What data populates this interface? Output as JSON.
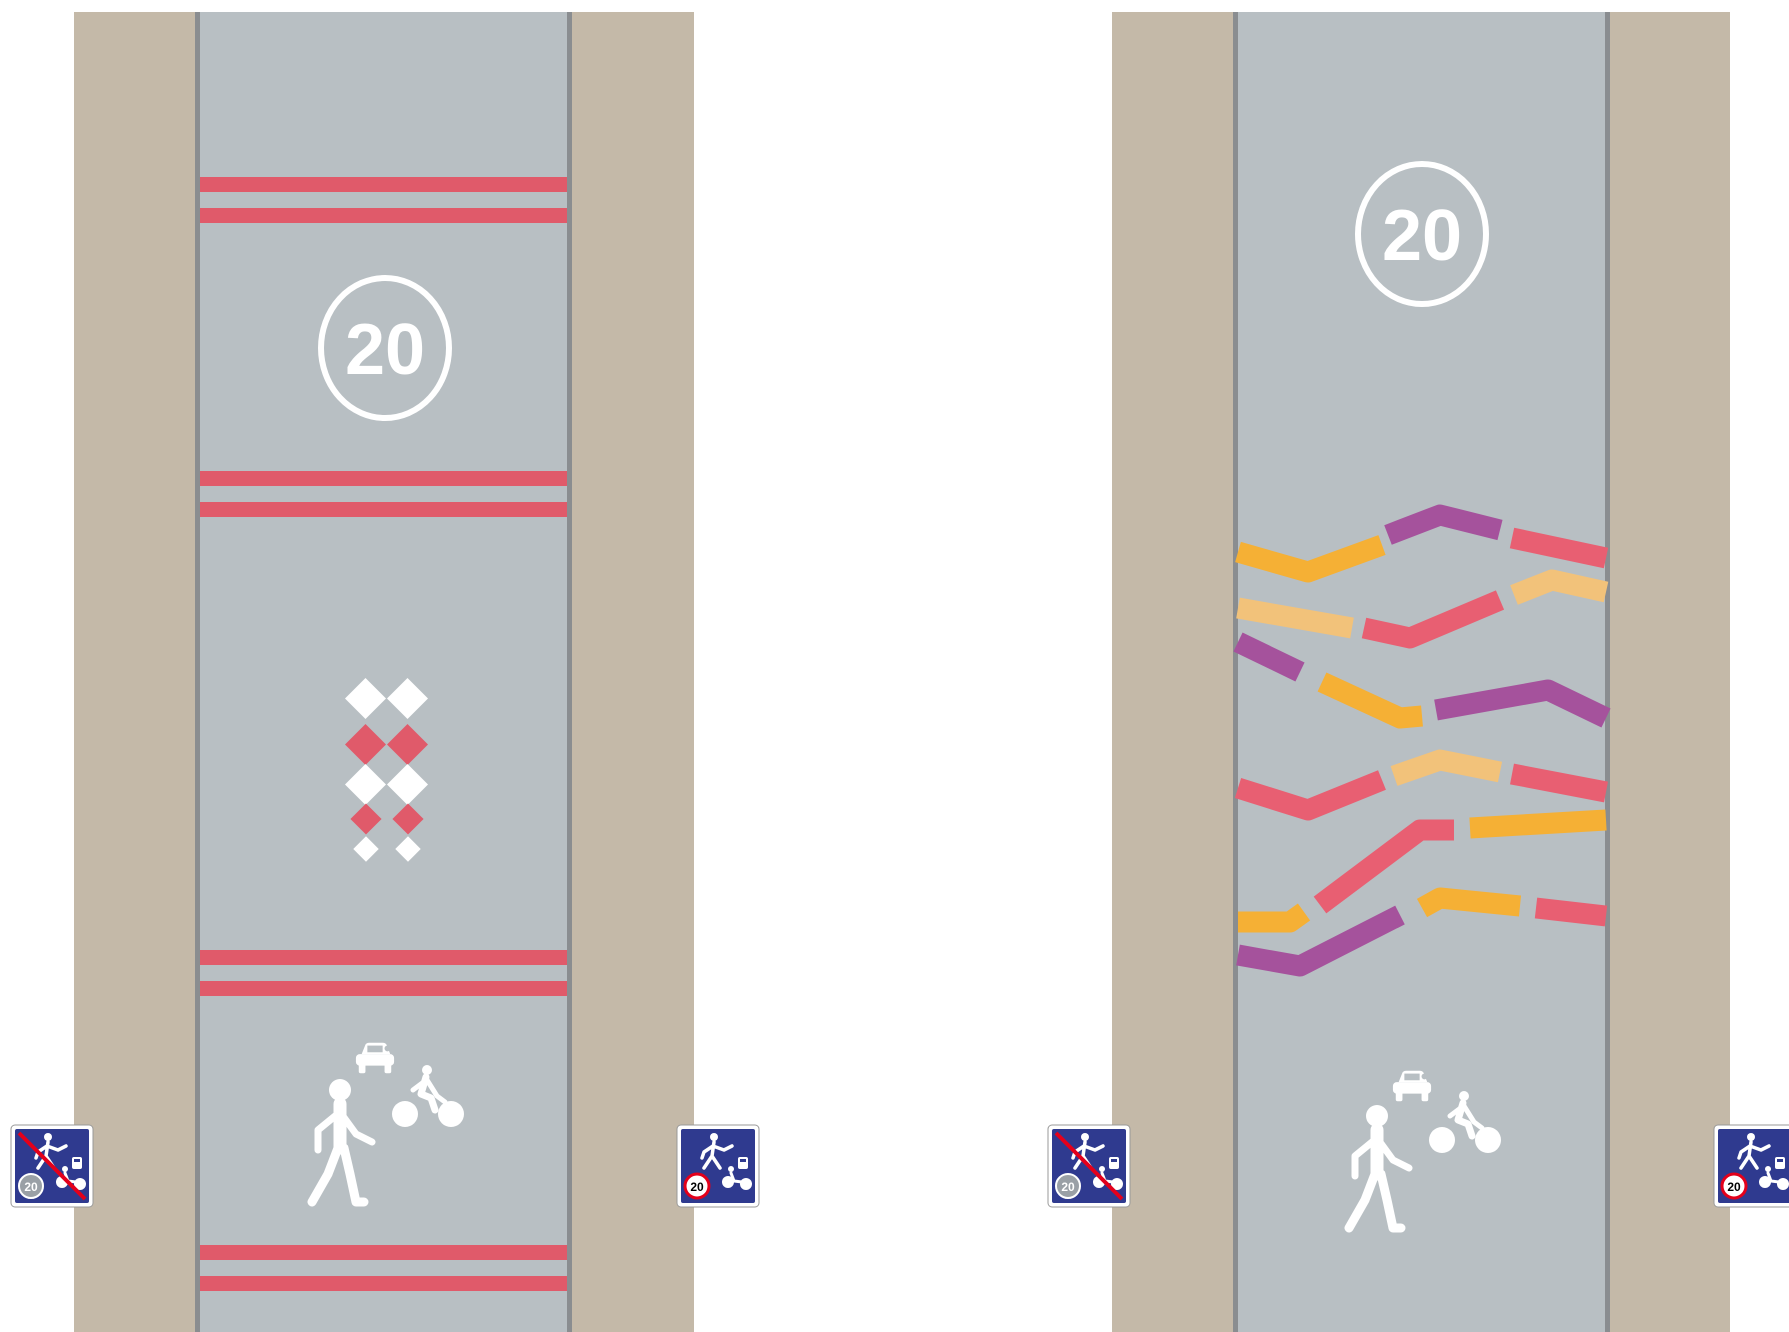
{
  "colors": {
    "background": "#ffffff",
    "sidewalk": "#c4b9a8",
    "road": "#b8bfc3",
    "kerb_line": "#8a8d90",
    "marking_red": "#e05a6a",
    "marking_white": "#ffffff",
    "purple": "#a5529c",
    "orange": "#f5b035",
    "light_orange": "#f2c27a",
    "pink": "#e85f72",
    "sign_blue": "#2f3a8f",
    "sign_red": "#e3001b"
  },
  "left_street": {
    "speed_marking": "20",
    "lane_markings": "double red transverse bands",
    "centre_marking": "red and white diamond pattern",
    "user_pictogram": [
      "pedestrian-icon",
      "car-icon",
      "cyclist-icon"
    ]
  },
  "right_street": {
    "speed_marking": "20",
    "lane_markings": "coloured zigzag bands",
    "user_pictogram": [
      "pedestrian-icon",
      "car-icon",
      "cyclist-icon"
    ]
  },
  "signs": {
    "zone_end_speed": "20",
    "zone_start_speed": "20"
  }
}
